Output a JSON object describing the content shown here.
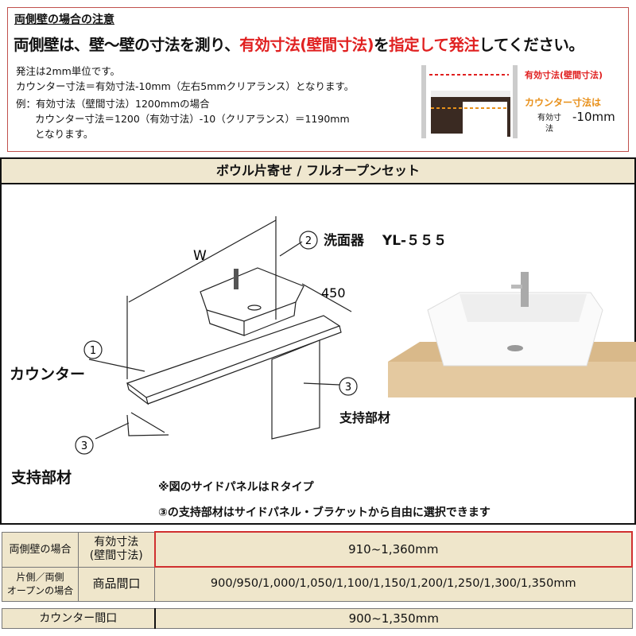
{
  "notice": {
    "heading": "両側壁の場合の注意",
    "main_a": "両側壁は、壁〜壁の寸法を測り、",
    "main_b": "有効寸法(壁間寸法)",
    "main_c": "を",
    "main_d": "指定して発注",
    "main_e": "してください。",
    "line1": "発注は2mm単位です。",
    "line2": "カウンター寸法＝有効寸法-10mm（左右5mmクリアランス）となります。",
    "line3": "例：有効寸法（壁間寸法）1200mmの場合",
    "line4": "カウンター寸法＝1200（有効寸法）-10（クリアランス）＝1190mm",
    "line5": "となります。",
    "fig_label1": "有効寸法(壁間寸法)",
    "fig_label2": "カウンター寸法は",
    "fig_label3a": "有効寸",
    "fig_label3b": "法",
    "fig_label4": "-10mm"
  },
  "section": {
    "title": "ボウル片寄せ / フルオープンセット",
    "dim_w": "W",
    "dim_depth": "450",
    "num1": "1",
    "num2": "2",
    "num3a": "3",
    "num3b": "3",
    "label_basin": "洗面器　 YL-５５５",
    "label_counter": "カウンター",
    "label_support_right": "支持部材",
    "label_support_left": "支持部材",
    "note1": "※図のサイドパネルはＲタイプ",
    "note2": "③の支持部材はサイドパネル・ブラケットから自由に選択できます"
  },
  "table": {
    "row1": {
      "group": "両側壁の場合",
      "label": "有効寸法\n(壁間寸法)",
      "label_a": "有効寸法",
      "label_b": "(壁間寸法)",
      "value": "910~1,360mm"
    },
    "row2": {
      "group_a": "片側／両側",
      "group_b": "オープンの場合",
      "label": "商品間口",
      "value": "900/950/1,000/1,050/1,100/1,150/1,200/1,250/1,300/1,350mm"
    },
    "row3": {
      "label": "カウンター間口",
      "value": "900~1,350mm"
    }
  },
  "colors": {
    "accent_red": "#e02020",
    "accent_orange": "#e8901a",
    "table_bg": "#efe6cb"
  }
}
